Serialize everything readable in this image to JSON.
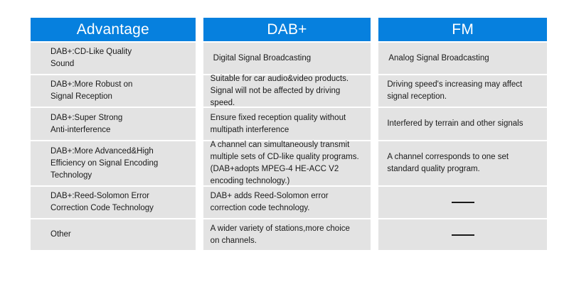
{
  "table": {
    "columns": [
      {
        "key": "advantage",
        "header": "Advantage",
        "cells": [
          {
            "lines": [
              "DAB+:CD-Like Quality",
              "Sound"
            ]
          },
          {
            "lines": [
              "DAB+:More Robust on",
              "Signal Reception"
            ]
          },
          {
            "lines": [
              "DAB+:Super Strong",
              "Anti-interference"
            ]
          },
          {
            "lines": [
              "DAB+:More Advanced&High",
              "Efficiency on Signal Encoding",
              "Technology"
            ]
          },
          {
            "lines": [
              "DAB+:Reed-Solomon Error",
              "Correction Code Technology"
            ]
          },
          {
            "lines": [
              "Other"
            ]
          }
        ]
      },
      {
        "key": "dabplus",
        "header": "DAB+",
        "cells": [
          {
            "lines": [
              "Digital Signal Broadcasting"
            ]
          },
          {
            "lines": [
              "Suitable for car audio&video products.",
              "Signal will not be affected by driving",
              "speed."
            ]
          },
          {
            "lines": [
              "Ensure fixed reception quality without",
              "multipath interference"
            ]
          },
          {
            "lines": [
              "A channel can simultaneously transmit",
              "multiple sets of CD-like quality programs.",
              "(DAB+adopts MPEG-4 HE-ACC V2",
              "encoding technology.)"
            ]
          },
          {
            "lines": [
              "DAB+ adds Reed-Solomon error",
              "correction code technology."
            ]
          },
          {
            "lines": [
              "A wider variety of stations,more choice",
              "on channels."
            ]
          }
        ]
      },
      {
        "key": "fm",
        "header": "FM",
        "cells": [
          {
            "lines": [
              "Analog Signal Broadcasting"
            ]
          },
          {
            "lines": [
              "Driving speed's increasing may affect",
              "signal reception."
            ]
          },
          {
            "lines": [
              "Interfered by terrain and other signals"
            ]
          },
          {
            "lines": [
              "A channel corresponds to one set",
              "standard quality program."
            ]
          },
          {
            "lines": [],
            "dash": true
          },
          {
            "lines": [],
            "dash": true
          }
        ]
      }
    ]
  },
  "colors": {
    "header_blue": "#0680de",
    "cell_gray": "#e3e3e3",
    "text": "#1a1a1a",
    "page_background": "#ffffff"
  }
}
